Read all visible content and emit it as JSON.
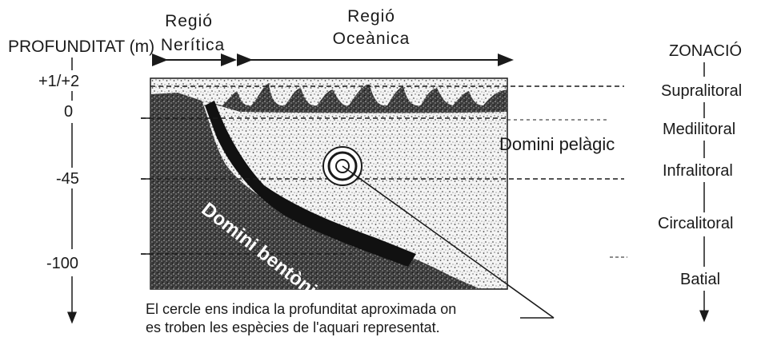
{
  "header": {
    "depth_title": "PROFUNDITAT (m)",
    "neritic_region": [
      "Regió",
      "Nerítica"
    ],
    "oceanic_region": [
      "Regió",
      "Oceànica"
    ],
    "zonation_title": "ZONACIÓ"
  },
  "depth_marks": [
    "+1/+2",
    "0",
    "-45",
    "-100"
  ],
  "zones": [
    "Supralitoral",
    "Medilitoral",
    "Infralitoral",
    "Circalitoral",
    "Batial"
  ],
  "domains": {
    "pelagic": "Domini pelàgic",
    "benthic": "Domini bentònic"
  },
  "caption": [
    "El cercle ens indica la profunditat aproximada on",
    "es troben les espècies de l'aquari representat."
  ],
  "colors": {
    "ink": "#1a1a1a",
    "paper": "#ffffff"
  }
}
